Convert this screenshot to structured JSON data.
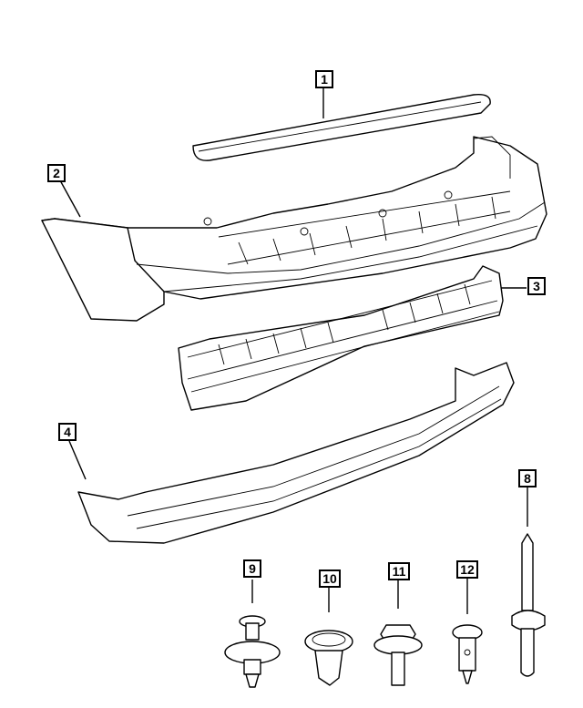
{
  "callouts": [
    {
      "label": "1"
    },
    {
      "label": "2"
    },
    {
      "label": "3"
    },
    {
      "label": "4"
    },
    {
      "label": "8"
    },
    {
      "label": "9"
    },
    {
      "label": "10"
    },
    {
      "label": "11"
    },
    {
      "label": "12"
    }
  ]
}
